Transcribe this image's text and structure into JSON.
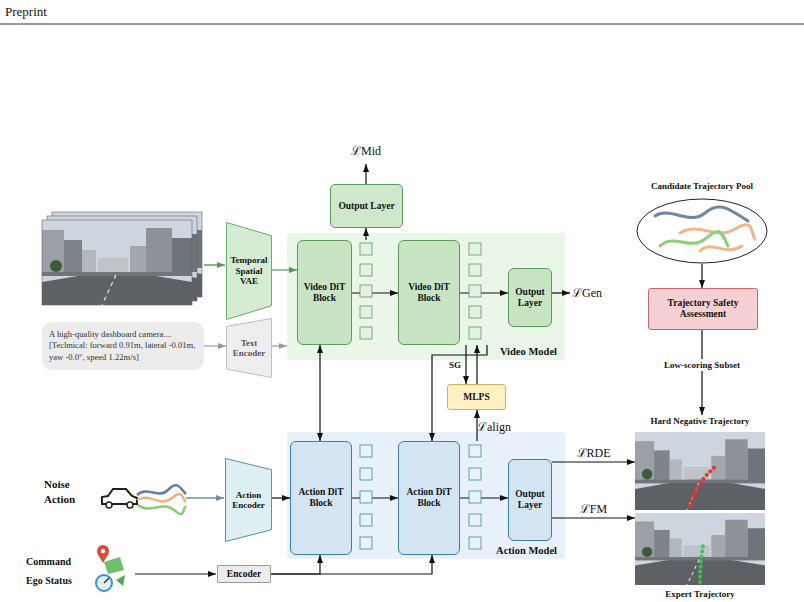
{
  "diagram": {
    "nodes": [
      {
        "text": [
          "Output Layer"
        ]
      },
      {
        "text": [
          "Candidate Trajectory Pool"
        ]
      },
      {
        "text": [
          "Temporal Spatial VAE"
        ]
      },
      {
        "text": [
          "Video Model"
        ]
      },
      {
        "text": [
          "Video DiT Block"
        ],
        "in": 3
      },
      {
        "text": [
          "Video DiT Block"
        ],
        "in": 3
      },
      {
        "text": [
          "Output Layer"
        ],
        "in": 3
      },
      {
        "text": [
          "Trajectory Safety Assessment"
        ]
      },
      {
        "text": [
          "A high-quality dashboard camera.... [Technical: forward 0.91m, lateral -0.01m, yaw -0.0°, speed 1.22m/s]"
        ]
      },
      {
        "text": [
          "Text Encoder"
        ]
      },
      {
        "text": [
          "MLPS"
        ]
      },
      {
        "text": [
          "Action Model"
        ]
      },
      {
        "text": [
          "Action DiT Block"
        ],
        "in": 11
      },
      {
        "text": [
          "Action DiT Block"
        ],
        "in": 11
      },
      {
        "text": [
          "Output Layer"
        ],
        "in": 11
      },
      {
        "text": [
          "Action Encoder"
        ]
      },
      {
        "text": [
          "Encoder"
        ]
      },
      {
        "text": [
          "Hard Negative Trajectory"
        ]
      },
      {
        "text": [
          "Expert Trajectory"
        ]
      }
    ],
    "edges": [
      {
        "from": 2,
        "to": 4,
        "arrow": "to"
      },
      {
        "from": 8,
        "to": 9,
        "arrow": "to"
      },
      {
        "from": 9,
        "to": 3,
        "arrow": "to"
      },
      {
        "from": 4,
        "to": 5,
        "arrow": "to"
      },
      {
        "from": 5,
        "to": 6,
        "arrow": "to"
      },
      {
        "from": 4,
        "to": 0,
        "arrow": "to"
      },
      {
        "from": 4,
        "to": 12,
        "arrow": "both"
      },
      {
        "from": 5,
        "to": 10,
        "arrow": "to",
        "label": "SG"
      },
      {
        "from": 10,
        "to": 5,
        "arrow": "to"
      },
      {
        "from": 13,
        "to": 10,
        "arrow": "to",
        "label": "ℒalign"
      },
      {
        "from": 5,
        "to": 13,
        "arrow": "to"
      },
      {
        "from": 15,
        "to": 12,
        "arrow": "to"
      },
      {
        "from": 12,
        "to": 13,
        "arrow": "to"
      },
      {
        "from": 13,
        "to": 14,
        "arrow": "to"
      },
      {
        "from": 14,
        "to": 17,
        "arrow": "to",
        "label": "ℒRDE"
      },
      {
        "from": 14,
        "to": 18,
        "arrow": "to",
        "label": "ℒFM"
      },
      {
        "from": 16,
        "to": 12,
        "arrow": "to"
      },
      {
        "from": 16,
        "to": 13,
        "arrow": "to"
      },
      {
        "from": 1,
        "to": 7,
        "arrow": "to"
      },
      {
        "from": 7,
        "to": 17,
        "arrow": "to",
        "label": "Low-scoring Subset"
      }
    ],
    "labels": [
      "Preprint",
      "ℒMid",
      "ℒGen",
      "Noise Action",
      "Command",
      "Ego Status"
    ]
  }
}
